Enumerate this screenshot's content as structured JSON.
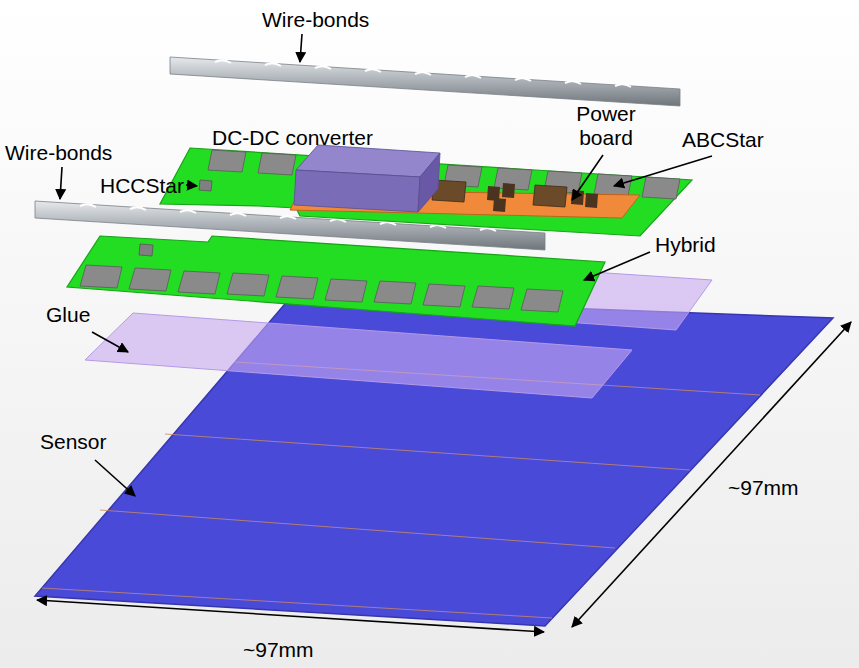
{
  "diagram": {
    "labels": [
      "Wire-bonds",
      "DC-DC converter",
      "Power board",
      "ABCStar",
      "Wire-bonds",
      "HCCStar",
      "Hybrid",
      "Glue",
      "Sensor",
      "~97mm",
      "~97mm"
    ]
  }
}
